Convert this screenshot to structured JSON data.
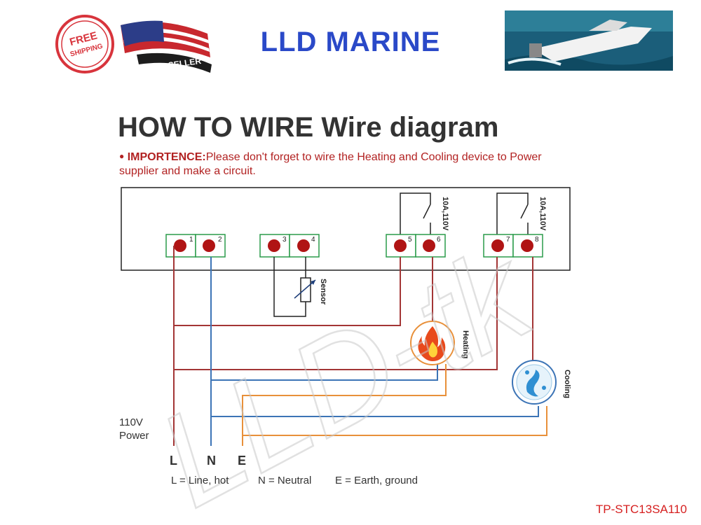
{
  "header": {
    "badge_free": "FREE",
    "badge_shipping": "SHIPPING",
    "flag_text": "USA SELLER",
    "brand": "LLD MARINE"
  },
  "title": "HOW TO WIRE Wire diagram",
  "note": {
    "bullet": "●",
    "label": "IMPORTENCE:",
    "text": "Please don't forget to wire the Heating and Cooling device to Power supplier and make a circuit."
  },
  "terminals": [
    "1",
    "2",
    "3",
    "4",
    "5",
    "6",
    "7",
    "8"
  ],
  "relays": [
    {
      "rating": "10A,110V"
    },
    {
      "rating": "10A,110V"
    }
  ],
  "sensor_label": "Sensor",
  "heating_label": "Heating",
  "cooling_label": "Cooling",
  "power": {
    "voltage": "110V",
    "label": "Power"
  },
  "lines": {
    "L": "L",
    "N": "N",
    "E": "E"
  },
  "legend": {
    "L": "L = Line, hot",
    "N": "N = Neutral",
    "E": "E = Earth, ground"
  },
  "watermark": "LLD-tk",
  "model": "TP-STC13SA110",
  "colors": {
    "line": "#a33535",
    "neutral": "#3c74b6",
    "earth": "#e8903a",
    "brand": "#2a49c8",
    "note": "#b22222",
    "terminal_border": "#2a9b4a",
    "terminal_dot": "#b01414",
    "model": "#d62020"
  }
}
